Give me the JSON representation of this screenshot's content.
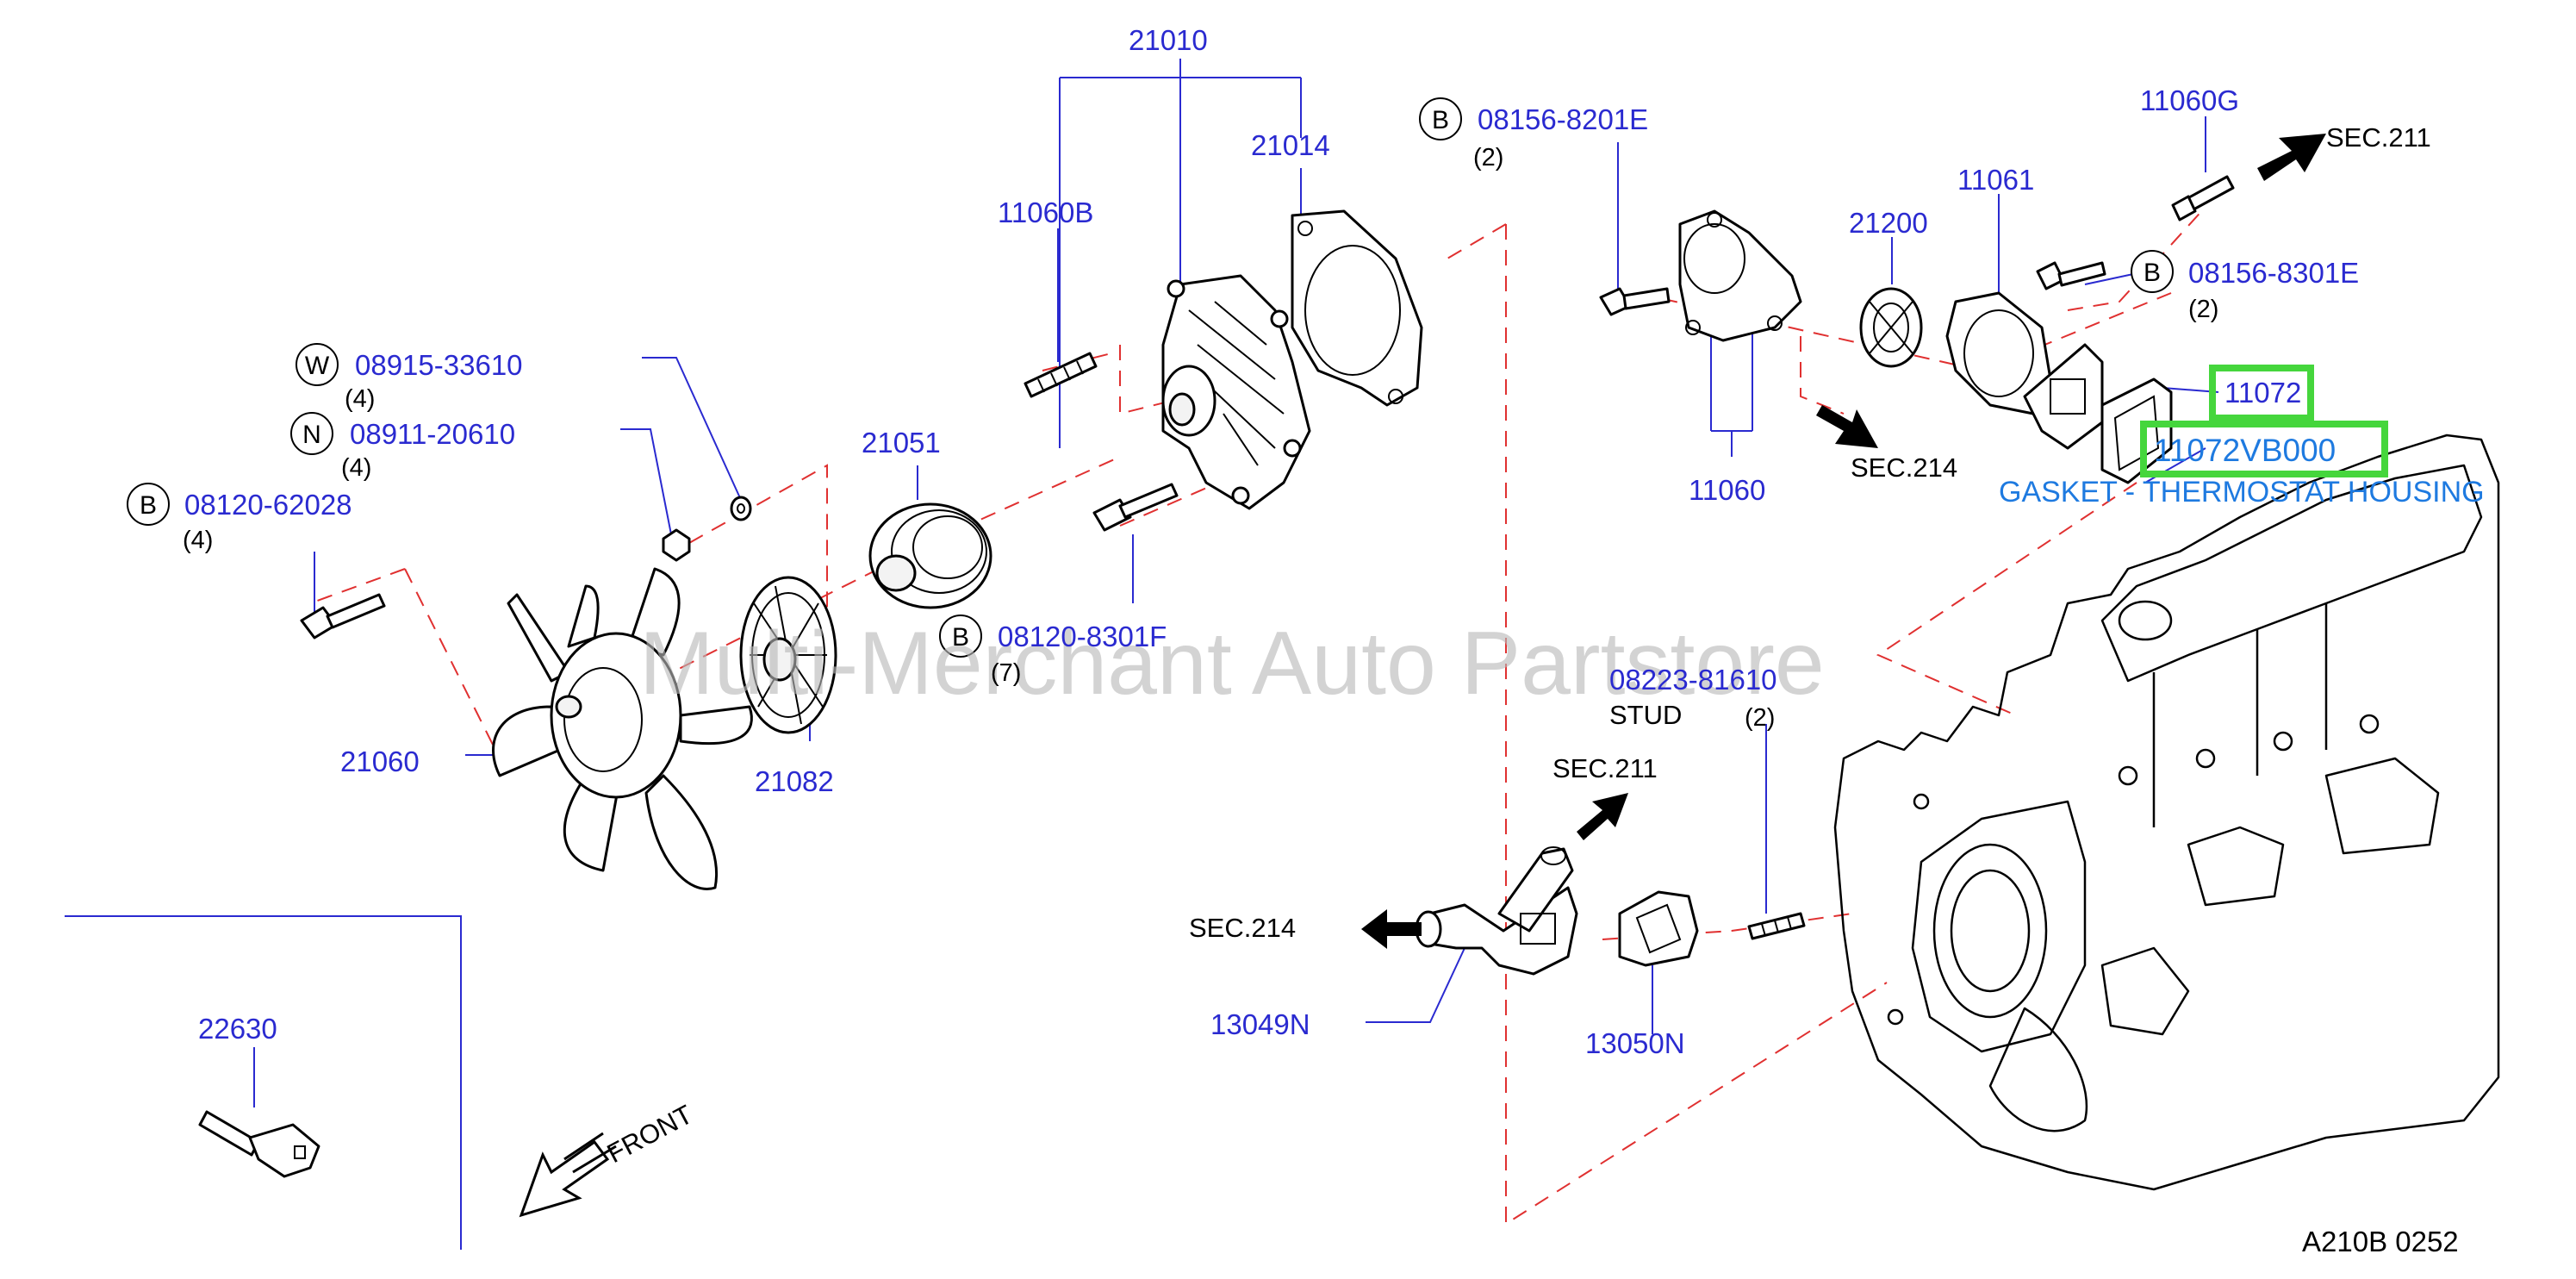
{
  "diagram_code": "A210B   0252",
  "watermark": "Multi-Merchant Auto Partstore",
  "highlight_color": "#45d63c",
  "part_number_color": "#2a2ad0",
  "leader_dash_color": "#e03030",
  "front_label": "FRONT",
  "parts": {
    "p21010": "21010",
    "p21014": "21014",
    "p11060B": "11060B",
    "p08915": "08915-33610",
    "p08911": "08911-20610",
    "p08120_62028": "08120-62028",
    "p21051": "21051",
    "p08120_8301F": "08120-8301F",
    "p21060": "21060",
    "p21082": "21082",
    "p08156_8201E": "08156-8201E",
    "p21200": "21200",
    "p11061": "11061",
    "p11060G": "11060G",
    "p08156_8301E": "08156-8301E",
    "p11060": "11060",
    "p11072": "11072",
    "p11072VB000": "11072VB000",
    "p08223": "08223-81610",
    "p13049N": "13049N",
    "p13050N": "13050N",
    "p22630": "22630"
  },
  "fastener_codes": {
    "w": "W",
    "n": "N",
    "b1": "B",
    "b2": "B",
    "b3": "B",
    "b4": "B"
  },
  "quantities": {
    "q08915": "(4)",
    "q08911": "(4)",
    "q08120_62028": "(4)",
    "q08120_8301F": "(7)",
    "q08156_8201E": "(2)",
    "q08156_8301E": "(2)",
    "q08223": "(2)"
  },
  "section_refs": {
    "sec211_top": "SEC.211",
    "sec214_top": "SEC.214",
    "sec211_bottom": "SEC.211",
    "sec214_bottom": "SEC.214"
  },
  "stud_label": "STUD",
  "highlight_description": "GASKET - THERMOSTAT HOUSING"
}
